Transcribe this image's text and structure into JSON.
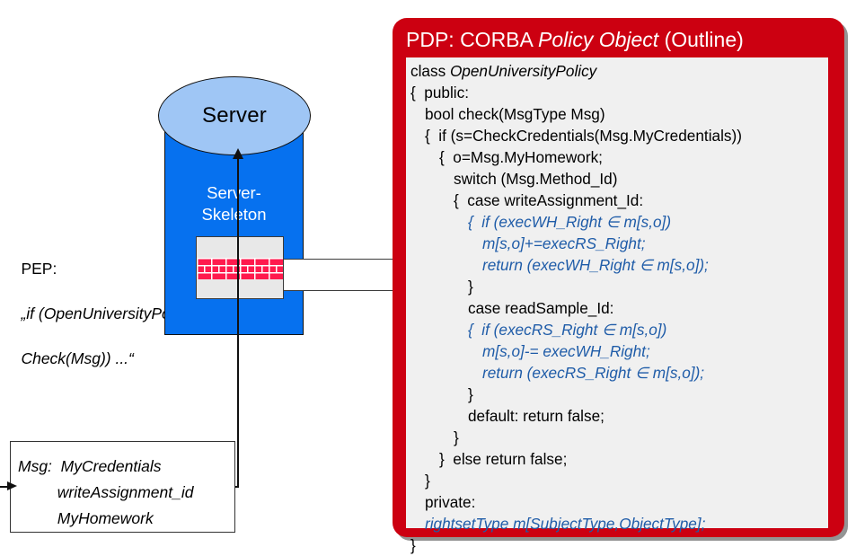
{
  "diagram": {
    "pep": {
      "label": "PEP:",
      "line2": "„if (OpenUniversityPolicy.",
      "line3": "Check(Msg)) ...“"
    },
    "server": {
      "top_label": "Server",
      "skeleton_label": "Server-\nSkeleton"
    },
    "interceptor": {
      "name": "brick-wall-interceptor"
    },
    "msg_box": {
      "text": "Msg:  MyCredentials\n         writeAssignment_id\n         MyHomework"
    }
  },
  "pdp": {
    "title_pre": "PDP: CORBA ",
    "title_italic": "Policy Object",
    "title_post": " (Outline)",
    "code": [
      {
        "indent": 0,
        "text": "class ",
        "em": "OpenUniversityPolicy",
        "style": "plain-em"
      },
      {
        "indent": 0,
        "text": "{  public:",
        "style": "plain"
      },
      {
        "indent": 1,
        "text": "bool check(MsgType Msg)",
        "style": "plain"
      },
      {
        "indent": 1,
        "text": "{  if (s=CheckCredentials(Msg.MyCredentials))",
        "style": "plain"
      },
      {
        "indent": 2,
        "text": "{  o=Msg.MyHomework;",
        "style": "plain"
      },
      {
        "indent": 3,
        "text": "switch (Msg.Method_Id)",
        "style": "plain"
      },
      {
        "indent": 3,
        "text": "{  case writeAssignment_Id:",
        "style": "plain"
      },
      {
        "indent": 4,
        "text": "{  if (execWH_Right ∈ m[s,o])",
        "style": "blue"
      },
      {
        "indent": 5,
        "text": "m[s,o]+=execRS_Right;",
        "style": "blue"
      },
      {
        "indent": 5,
        "text": "return (execWH_Right ∈ m[s,o]);",
        "style": "blue"
      },
      {
        "indent": 4,
        "text": "}",
        "style": "plain"
      },
      {
        "indent": 4,
        "text": "case readSample_Id:",
        "style": "plain"
      },
      {
        "indent": 4,
        "text": "{  if (execRS_Right ∈ m[s,o])",
        "style": "blue"
      },
      {
        "indent": 5,
        "text": "m[s,o]-= execWH_Right;",
        "style": "blue"
      },
      {
        "indent": 5,
        "text": "return (execRS_Right ∈ m[s,o]);",
        "style": "blue"
      },
      {
        "indent": 4,
        "text": "}",
        "style": "plain"
      },
      {
        "indent": 4,
        "text": "default: return false;",
        "style": "plain"
      },
      {
        "indent": 3,
        "text": "}",
        "style": "plain"
      },
      {
        "indent": 2,
        "text": "}  else return false;",
        "style": "plain"
      },
      {
        "indent": 1,
        "text": "}",
        "style": "plain"
      },
      {
        "indent": 1,
        "text": "private:",
        "style": "plain"
      },
      {
        "indent": 1,
        "text": "rightsetType m[SubjectType,ObjectType];",
        "style": "blue"
      },
      {
        "indent": 0,
        "text": "}",
        "style": "plain"
      }
    ]
  },
  "colors": {
    "panel_red": "#cc0011",
    "code_blue": "#1f5ca8",
    "server_body_blue": "#0671ef",
    "server_top_blue": "#9fc6f5",
    "brick_red": "#ff1a4d",
    "code_bg": "#f0f0f0"
  }
}
